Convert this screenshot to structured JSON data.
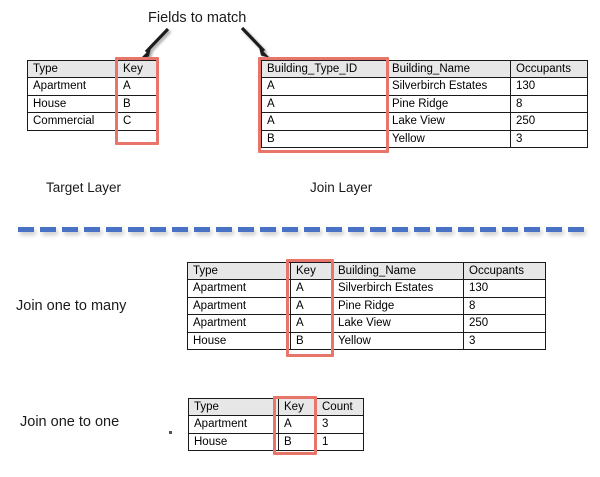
{
  "figure": {
    "title_annotation": "Fields to match",
    "arrow_left_name": "arrow-to-target-key",
    "arrow_right_name": "arrow-to-join-key"
  },
  "colors": {
    "highlight_red": "#E8756A",
    "divider_blue": "#4A72C4",
    "header_gray": "#E7E7E7",
    "border_black": "#1A1A1A"
  },
  "target_layer": {
    "caption": "Target Layer",
    "headers": [
      "Type",
      "Key"
    ],
    "rows": [
      [
        "Apartment",
        "A"
      ],
      [
        "House",
        "B"
      ],
      [
        "Commercial",
        "C"
      ]
    ]
  },
  "join_layer": {
    "caption": "Join Layer",
    "headers": [
      "Building_Type_ID",
      "Building_Name",
      "Occupants"
    ],
    "rows": [
      [
        "A",
        "Silverbirch Estates",
        "130"
      ],
      [
        "A",
        "Pine Ridge",
        "8"
      ],
      [
        "A",
        "Lake View",
        "250"
      ],
      [
        "B",
        "Yellow",
        "3"
      ]
    ]
  },
  "join_one_to_many": {
    "caption": "Join one to many",
    "headers": [
      "Type",
      "Key",
      "Building_Name",
      "Occupants"
    ],
    "rows": [
      [
        "Apartment",
        "A",
        "Silverbirch Estates",
        "130"
      ],
      [
        "Apartment",
        "A",
        "Pine Ridge",
        "8"
      ],
      [
        "Apartment",
        "A",
        "Lake View",
        "250"
      ],
      [
        "House",
        "B",
        "Yellow",
        "3"
      ]
    ]
  },
  "join_one_to_one": {
    "caption": "Join one to one",
    "headers": [
      "Type",
      "Key",
      "Count"
    ],
    "rows": [
      [
        "Apartment",
        "A",
        "3"
      ],
      [
        "House",
        "B",
        "1"
      ]
    ]
  }
}
